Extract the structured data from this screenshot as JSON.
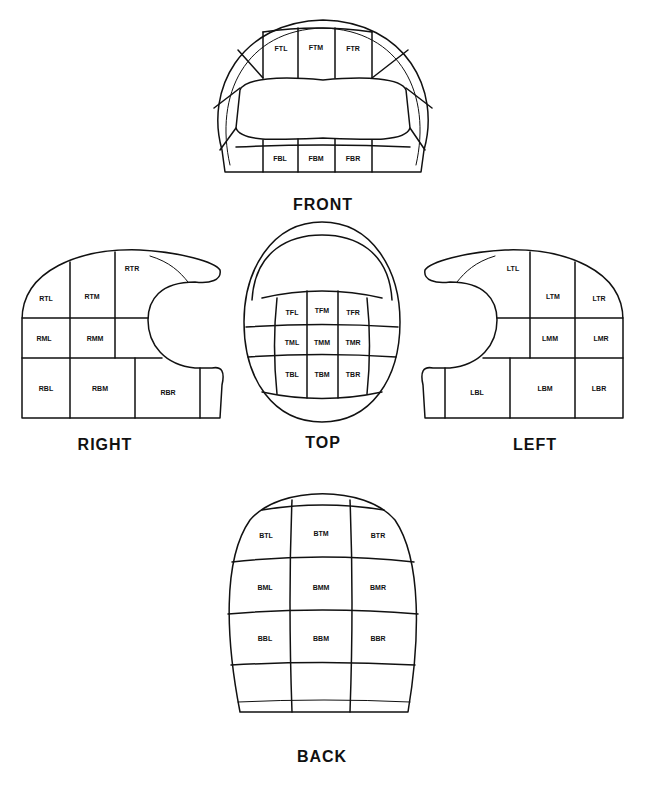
{
  "diagram": {
    "labels": [
      "FTL",
      "FTM",
      "FTR",
      "FBL",
      "FBM",
      "FBR",
      "FRONT",
      "RTL",
      "RTM",
      "RTR",
      "RML",
      "RMM",
      "RBL",
      "RBM",
      "RBR",
      "RIGHT",
      "TFL",
      "TFM",
      "TFR",
      "TML",
      "TMM",
      "TMR",
      "TBL",
      "TBM",
      "TBR",
      "TOP",
      "LTL",
      "LTM",
      "LTR",
      "LMM",
      "LMR",
      "LBL",
      "LBM",
      "LBR",
      "LEFT",
      "BTL",
      "BTM",
      "BTR",
      "BML",
      "BMM",
      "BMR",
      "BBL",
      "BBM",
      "BBR",
      "BACK"
    ]
  }
}
